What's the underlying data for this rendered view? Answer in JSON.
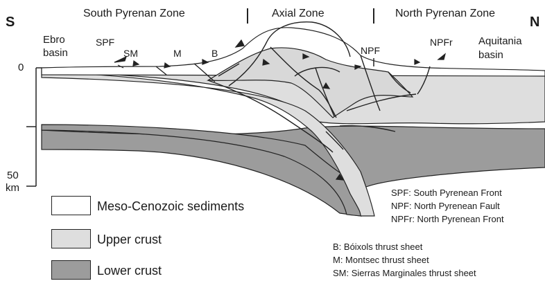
{
  "directions": {
    "south": "S",
    "north": "N"
  },
  "zones": [
    "South Pyrenan Zone",
    "Axial Zone",
    "North Pyrenan Zone"
  ],
  "basins": {
    "left": [
      "Ebro",
      "basin"
    ],
    "right": [
      "Aquitania",
      "basin"
    ]
  },
  "faults": {
    "spf": "SPF",
    "sm": "SM",
    "m": "M",
    "b": "B",
    "npf": "NPF",
    "npfr": "NPFr"
  },
  "axis": {
    "zero": "0",
    "depth_value": "50",
    "depth_unit": "km"
  },
  "legend": [
    {
      "label": "Meso-Cenozoic sediments",
      "color": "#ffffff"
    },
    {
      "label": "Upper crust",
      "color": "#dedede"
    },
    {
      "label": "Lower crust",
      "color": "#9c9c9c"
    }
  ],
  "fault_abbreviations": [
    "SPF: South Pyrenean Front",
    "NPF: North Pyrenean Fault",
    "NPFr: North Pyrenean Front"
  ],
  "thrust_sheets": [
    "B: Bóixols thrust sheet",
    "M: Montsec thrust sheet",
    "SM: Sierras Marginales thrust sheet"
  ]
}
